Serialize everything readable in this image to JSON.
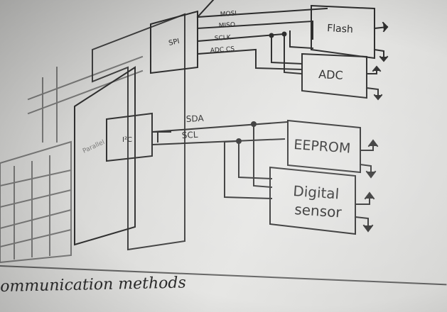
{
  "diagram": {
    "blocks": {
      "spi": "SPI",
      "i2c": "I²C",
      "flash": "Flash",
      "adc": "ADC",
      "eeprom": "EEPROM",
      "sensor_line1": "Digital",
      "sensor_line2": "sensor",
      "faded_left": "Parallel"
    },
    "signals": {
      "mosi": "MOSI",
      "miso": "MISO",
      "sclk": "SCLK",
      "adc_cs": "ADC CS",
      "sda": "SDA",
      "scl": "SCL"
    }
  },
  "caption": {
    "text": "ommunication methods"
  }
}
